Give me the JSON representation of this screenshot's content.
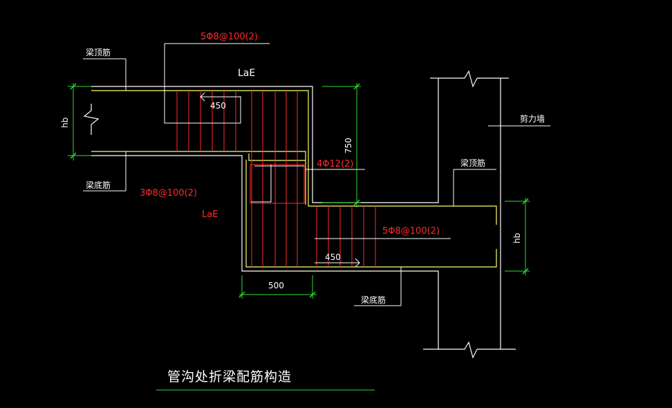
{
  "colors": {
    "background": "#000000",
    "outline": "#ffffff",
    "rebar_main": "#ffff66",
    "stirrup": "#ff2a2a",
    "dimension": "#33dd33",
    "label_red": "#ff2a2a"
  },
  "labels": {
    "top_stirrup": "5Φ8@100(2)",
    "left_top_bar": "梁顶筋",
    "left_bottom_bar": "梁底筋",
    "lae_top": "LaE",
    "lae_bottom": "LaE",
    "dim_450_top": "450",
    "dim_750": "750",
    "hb_left": "hb",
    "wall": "剪力墙",
    "mid_bars": "4Φ12(2)",
    "right_top_bar": "梁顶筋",
    "left_stirrup": "3Φ8@100(2)",
    "right_stirrup": "5Φ8@100(2)",
    "hb_right": "hb",
    "dim_450_bottom": "450",
    "dim_500": "500",
    "right_bottom_bar": "梁底筋",
    "title": "管沟处折梁配筋构造"
  }
}
